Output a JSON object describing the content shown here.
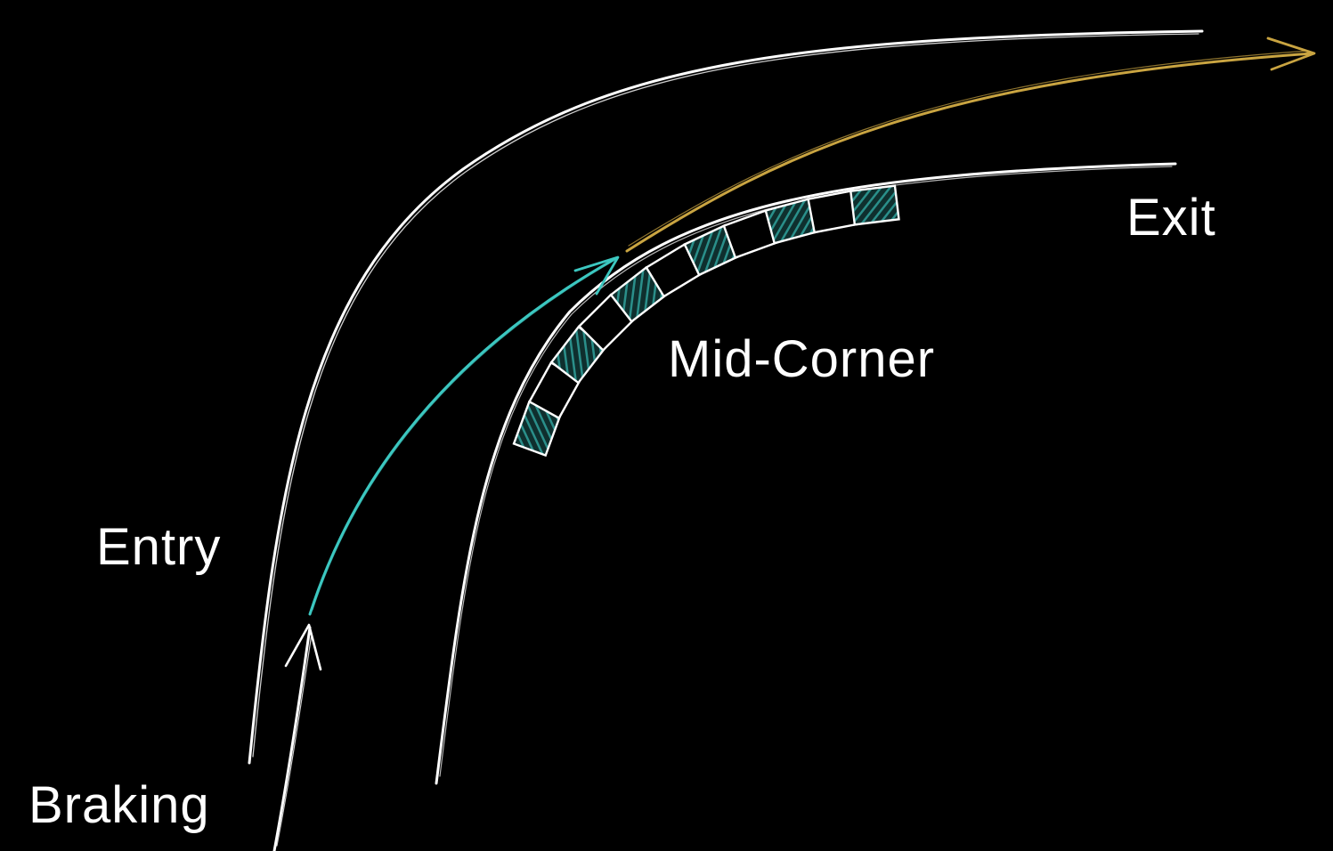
{
  "labels": {
    "braking": "Braking",
    "entry": "Entry",
    "mid_corner": "Mid-Corner",
    "exit": "Exit"
  },
  "colors": {
    "background": "#000000",
    "track_edge": "#ffffff",
    "braking_arrow": "#ffffff",
    "entry_arrow": "#3cc7c0",
    "exit_arrow": "#c9a441",
    "curb_hatch": "#2a8f8a",
    "curb_outline": "#ffffff"
  },
  "curb": {
    "blocks": 11,
    "hatched_pattern": [
      true,
      false,
      true,
      false,
      true,
      false,
      true,
      false,
      true,
      false,
      true
    ]
  }
}
